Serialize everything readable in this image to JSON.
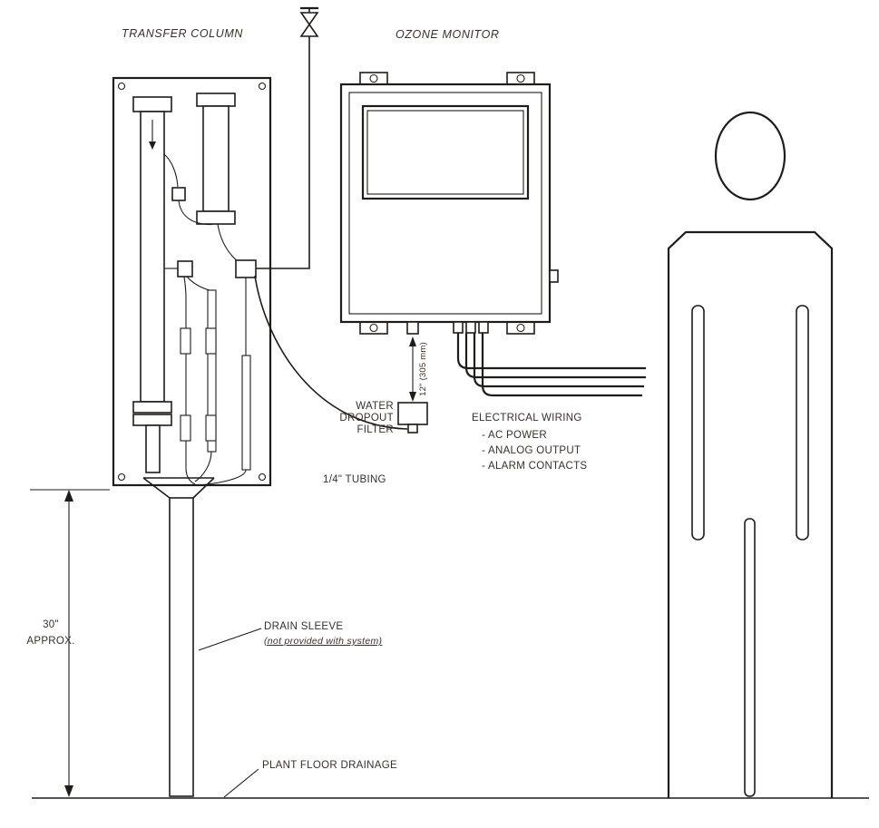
{
  "diagram": {
    "titles": {
      "transfer_column": "TRANSFER COLUMN",
      "ozone_monitor": "OZONE MONITOR"
    },
    "dimensions": {
      "monitor_to_filter": "12\" (305 mm)",
      "drain_height_value": "30\"",
      "drain_height_qualifier": "APPROX."
    },
    "filter": {
      "line1": "WATER",
      "line2": "DROPOUT",
      "line3": "FILTER"
    },
    "tubing_label": "1/4\" TUBING",
    "wiring": {
      "heading": "ELECTRICAL WIRING",
      "items": [
        "- AC POWER",
        "- ANALOG OUTPUT",
        "- ALARM CONTACTS"
      ]
    },
    "drain": {
      "sleeve_label": "DRAIN SLEEVE",
      "sleeve_note": "(not provided with system)",
      "floor_label": "PLANT FLOOR DRAINAGE"
    },
    "colors": {
      "line": "#1f1c19",
      "text": "#38302a",
      "background": "#ffffff"
    }
  }
}
